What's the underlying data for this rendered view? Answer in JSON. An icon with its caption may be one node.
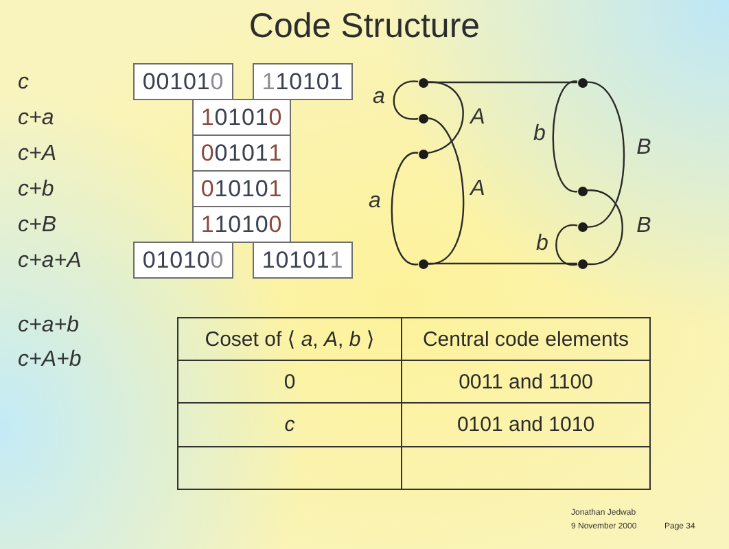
{
  "diagram": {
    "title": "Code Structure",
    "nodes": [
      {
        "text": [
          "001010"
        ]
      },
      {
        "text": [
          "110101"
        ]
      },
      {
        "text": [
          "101010"
        ]
      },
      {
        "text": [
          "001011"
        ]
      },
      {
        "text": [
          "010101"
        ]
      },
      {
        "text": [
          "110100"
        ]
      },
      {
        "text": [
          "010100"
        ]
      },
      {
        "text": [
          "101011"
        ]
      },
      {
        "text": [],
        "shape": "circle"
      },
      {
        "text": [],
        "shape": "circle"
      },
      {
        "text": [],
        "shape": "circle"
      },
      {
        "text": [],
        "shape": "circle"
      },
      {
        "text": [],
        "shape": "circle"
      },
      {
        "text": [],
        "shape": "circle"
      },
      {
        "text": [],
        "shape": "circle"
      },
      {
        "text": [],
        "shape": "circle"
      }
    ],
    "edges": [
      {
        "from": 8,
        "to": 12,
        "arrow": "none"
      },
      {
        "from": 8,
        "to": 9,
        "arrow": "none",
        "label": "a"
      },
      {
        "from": 8,
        "to": 10,
        "arrow": "none",
        "label": "A"
      },
      {
        "from": 10,
        "to": 11,
        "arrow": "none",
        "label": "a"
      },
      {
        "from": 9,
        "to": 11,
        "arrow": "none",
        "label": "A"
      },
      {
        "from": 12,
        "to": 13,
        "arrow": "none",
        "label": "b"
      },
      {
        "from": 12,
        "to": 14,
        "arrow": "none",
        "label": "B"
      },
      {
        "from": 13,
        "to": 15,
        "arrow": "none",
        "label": "B"
      },
      {
        "from": 14,
        "to": 15,
        "arrow": "none",
        "label": "b"
      },
      {
        "from": 11,
        "to": 15,
        "arrow": "none"
      }
    ],
    "labels": [
      "c",
      "c+a",
      "c+A",
      "c+b",
      "c+B",
      "c+a+A",
      "c+a+b",
      "c+A+b",
      "Coset of ⟨ *a*, *A*, *b* ⟩",
      "Central code elements",
      "0",
      "0011 and 1100",
      "c",
      "0101 and 1010",
      "Jonathan Jedwab",
      "9 November 2000",
      "Page 34"
    ]
  }
}
